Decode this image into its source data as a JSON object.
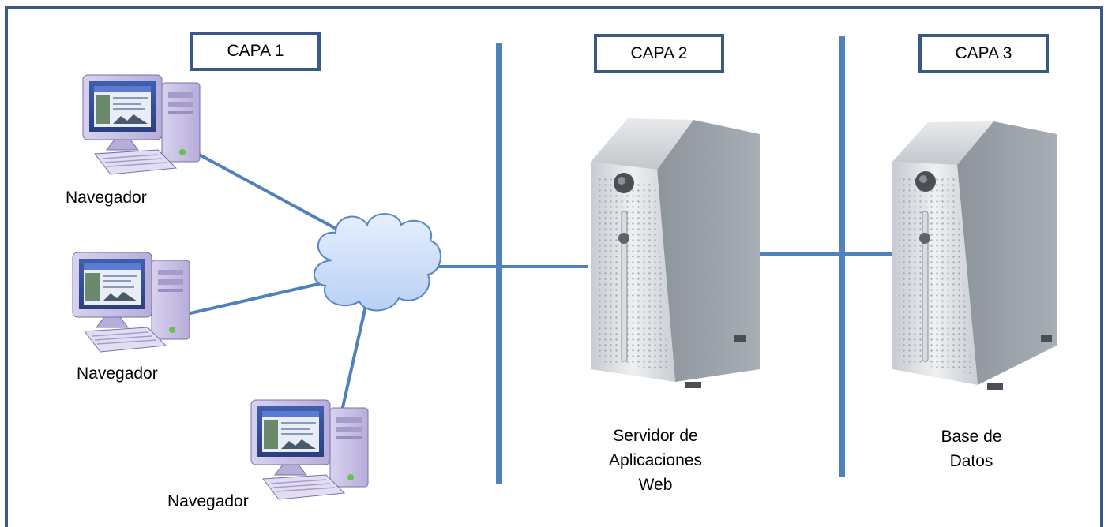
{
  "layers": [
    {
      "label": "CAPA 1"
    },
    {
      "label": "CAPA 2"
    },
    {
      "label": "CAPA 3"
    }
  ],
  "clients": [
    {
      "label": "Navegador"
    },
    {
      "label": "Navegador"
    },
    {
      "label": "Navegador"
    }
  ],
  "app_server": {
    "label_line1": "Servidor de",
    "label_line2": "Aplicaciones",
    "label_line3": "Web"
  },
  "db_server": {
    "label_line1": "Base de",
    "label_line2": "Datos"
  },
  "colors": {
    "frame": "#3a5a85",
    "connector": "#4f81bd",
    "cloud_fill": "#cfe0fb",
    "cloud_stroke": "#5b84c4"
  }
}
